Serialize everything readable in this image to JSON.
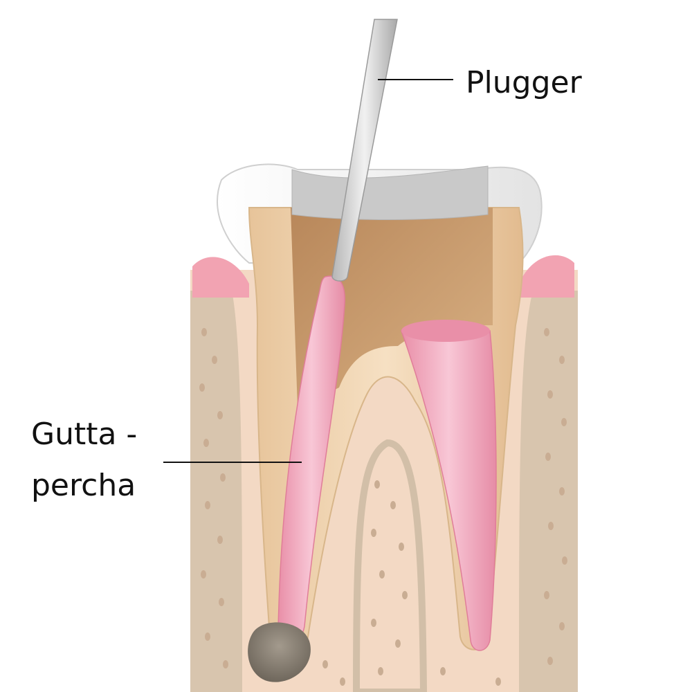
{
  "labels": {
    "plugger": "Plugger",
    "gutta_line1": "Gutta -",
    "gutta_line2": "percha"
  },
  "colors": {
    "background": "#ffffff",
    "bone": "#f3d9c4",
    "gum_tissue": "#d2bfa8",
    "gum_pink": "#f2a3b2",
    "enamel": "#f2f2f2",
    "crown_filling": "#c9c9c9",
    "dentin": "#e9c9a0",
    "pulp_chamber": "#c89a6c",
    "gutta_percha": "#f0b3c6",
    "plugger_instrument": "#cfcfcf",
    "lesion": "#8a8175",
    "leader_line": "#111111"
  }
}
